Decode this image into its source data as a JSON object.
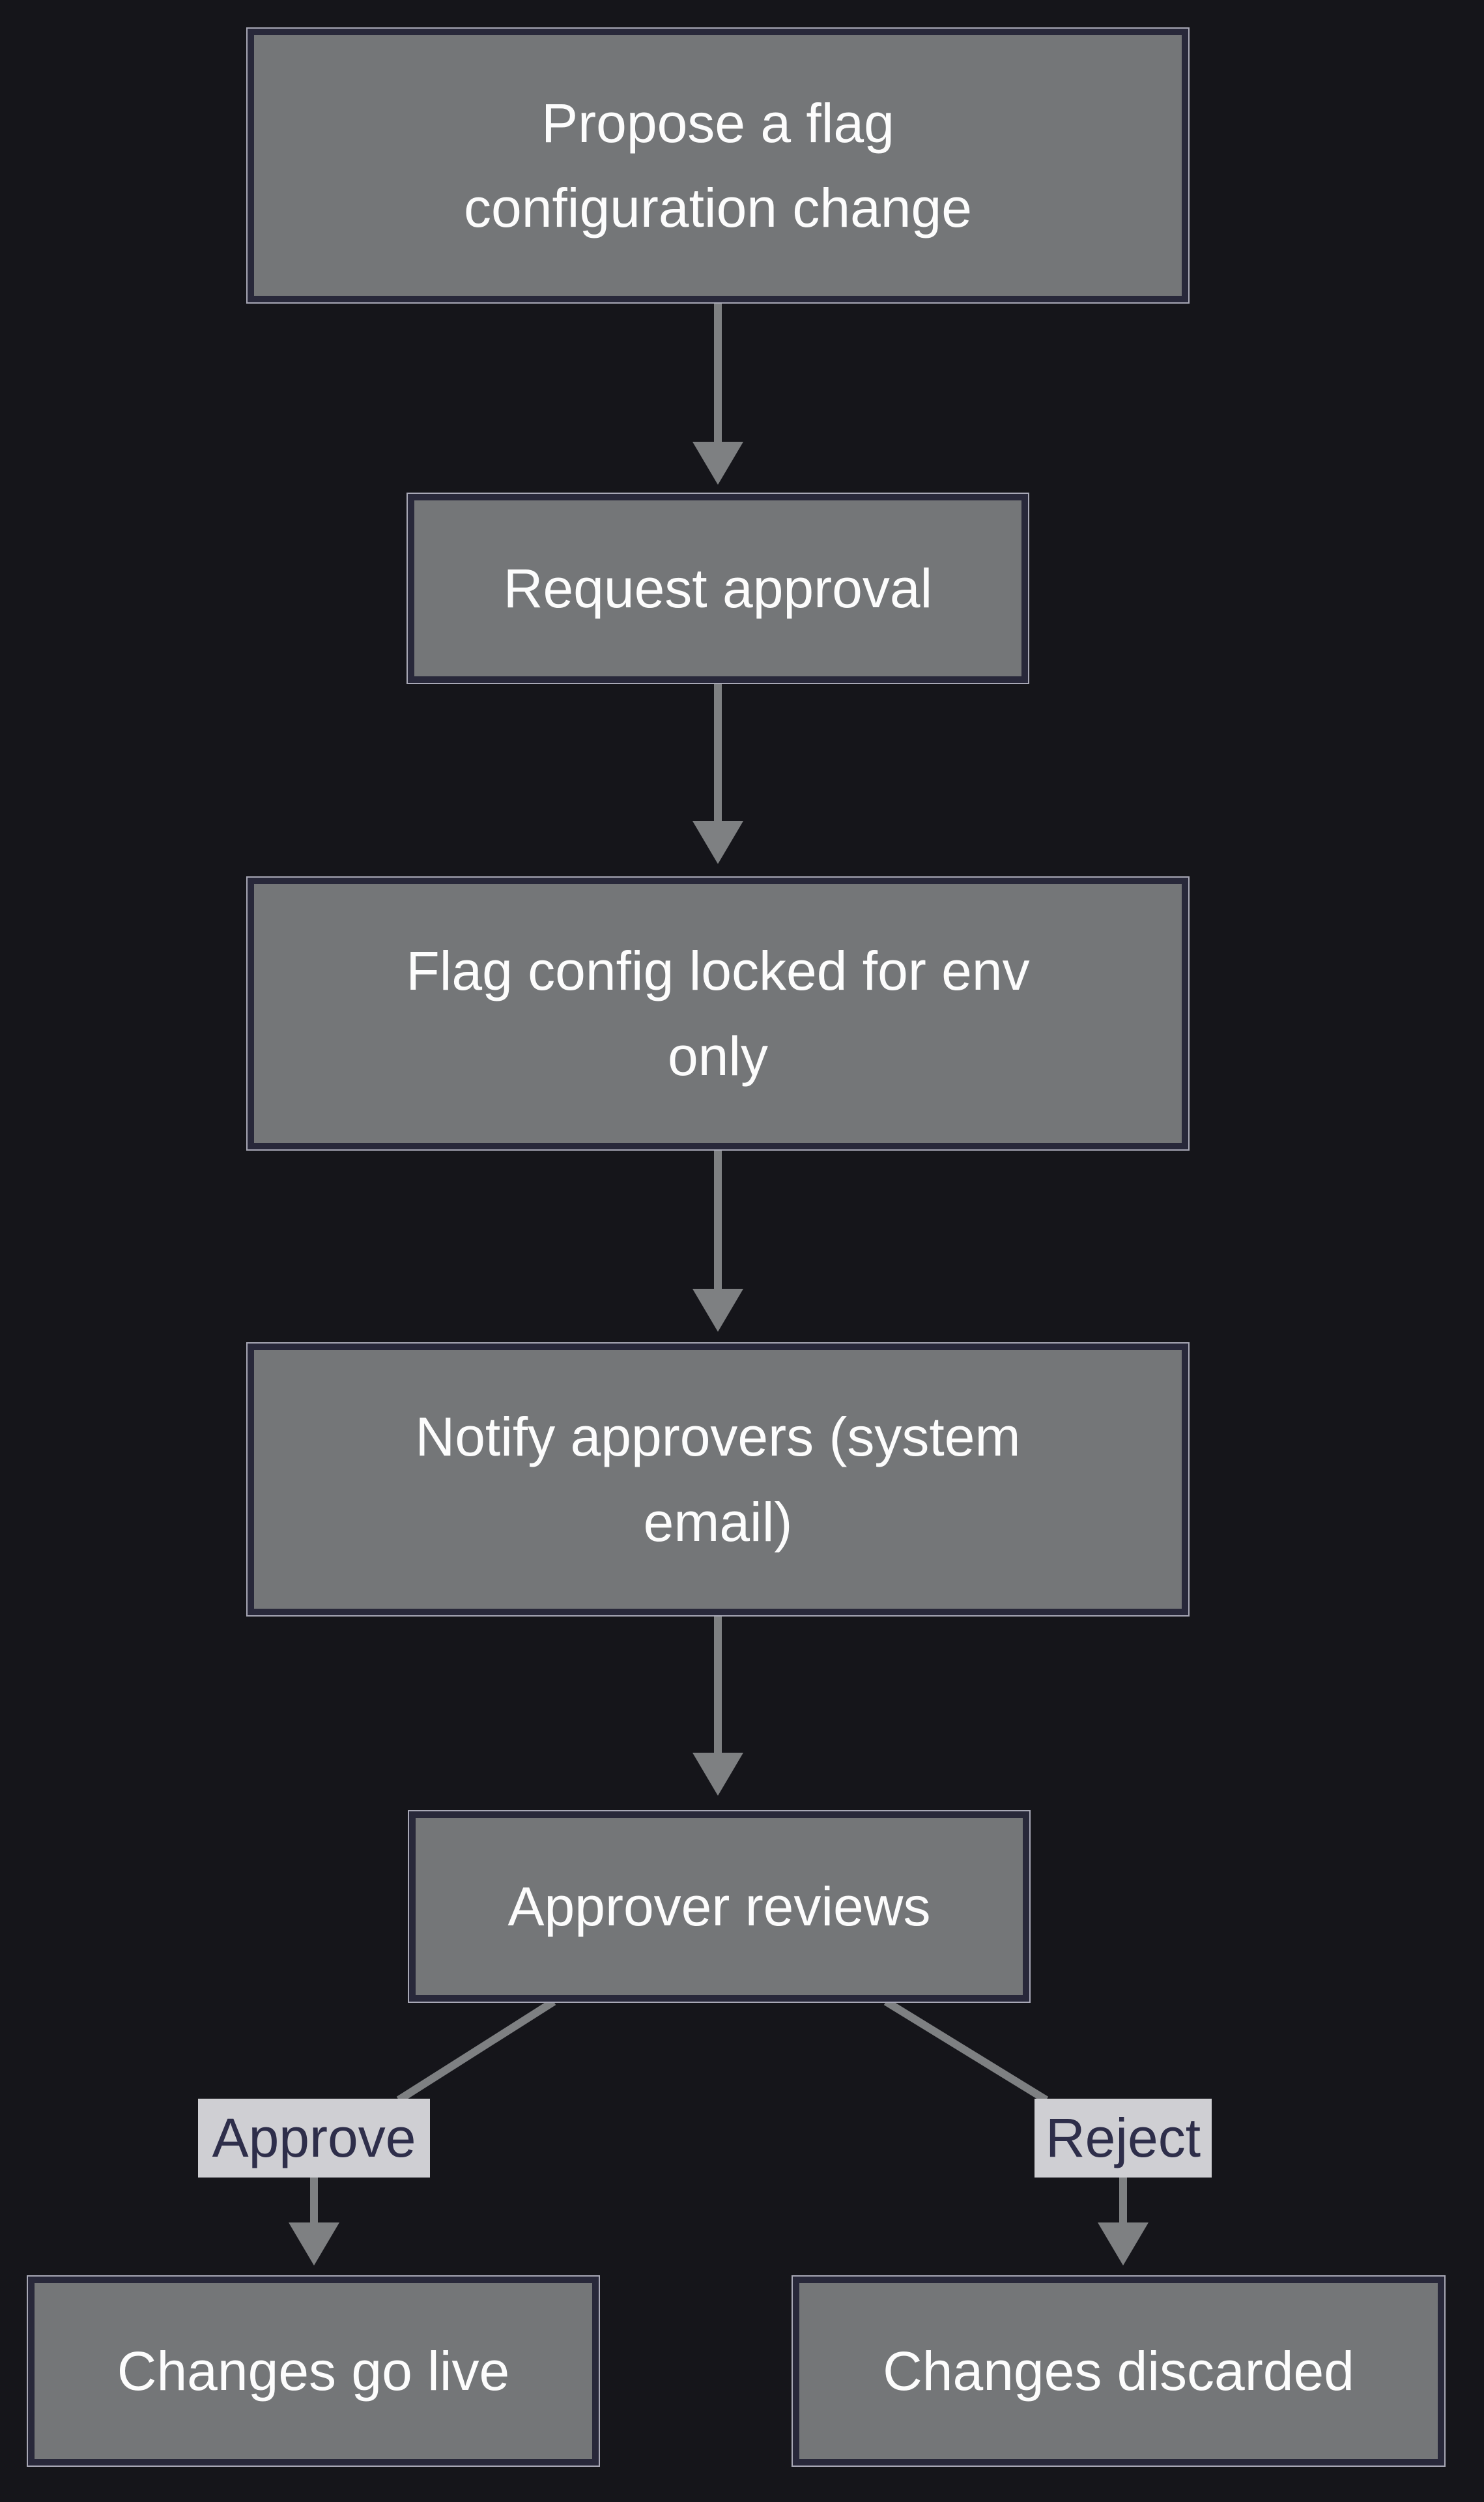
{
  "diagram": {
    "type": "flowchart",
    "direction": "top-down",
    "colors": {
      "background": "#15151a",
      "node_fill": "#747678",
      "node_border": "#28283a",
      "node_outline": "#a8a8b6",
      "node_text": "#fcfcfc",
      "edge": "#7e8082",
      "edge_label_background": "#cfcfd3",
      "edge_label_text": "#2e2e4a"
    },
    "nodes": [
      {
        "id": "propose",
        "lines": [
          "Propose a flag",
          "configuration change"
        ]
      },
      {
        "id": "request",
        "lines": [
          "Request approval"
        ]
      },
      {
        "id": "lock",
        "lines": [
          "Flag config locked for env",
          "only"
        ]
      },
      {
        "id": "notify",
        "lines": [
          "Notify approvers (system",
          "email)"
        ]
      },
      {
        "id": "review",
        "lines": [
          "Approver reviews"
        ]
      },
      {
        "id": "live",
        "lines": [
          "Changes go live"
        ]
      },
      {
        "id": "discarded",
        "lines": [
          "Changes discarded"
        ]
      }
    ],
    "edge_labels": {
      "approve": "Approve",
      "reject": "Reject"
    }
  }
}
